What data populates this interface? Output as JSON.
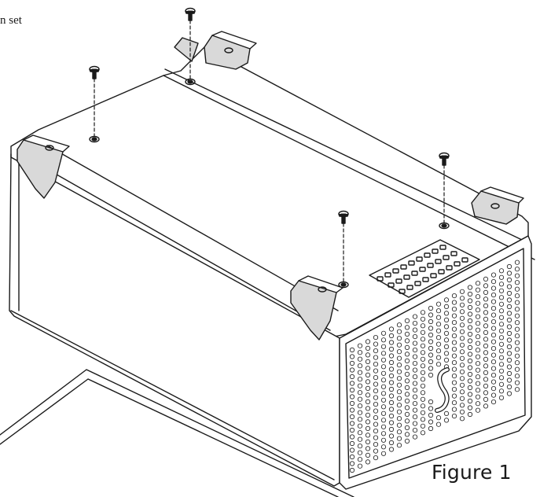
{
  "text_fragment": "n set",
  "caption": "Figure 1",
  "diagram": {
    "subject": "enclosure-underside",
    "screws": 4,
    "feet": 4
  },
  "colors": {
    "stroke": "#1a1a1a",
    "shade": "#d9d9d9",
    "background": "#ffffff"
  }
}
